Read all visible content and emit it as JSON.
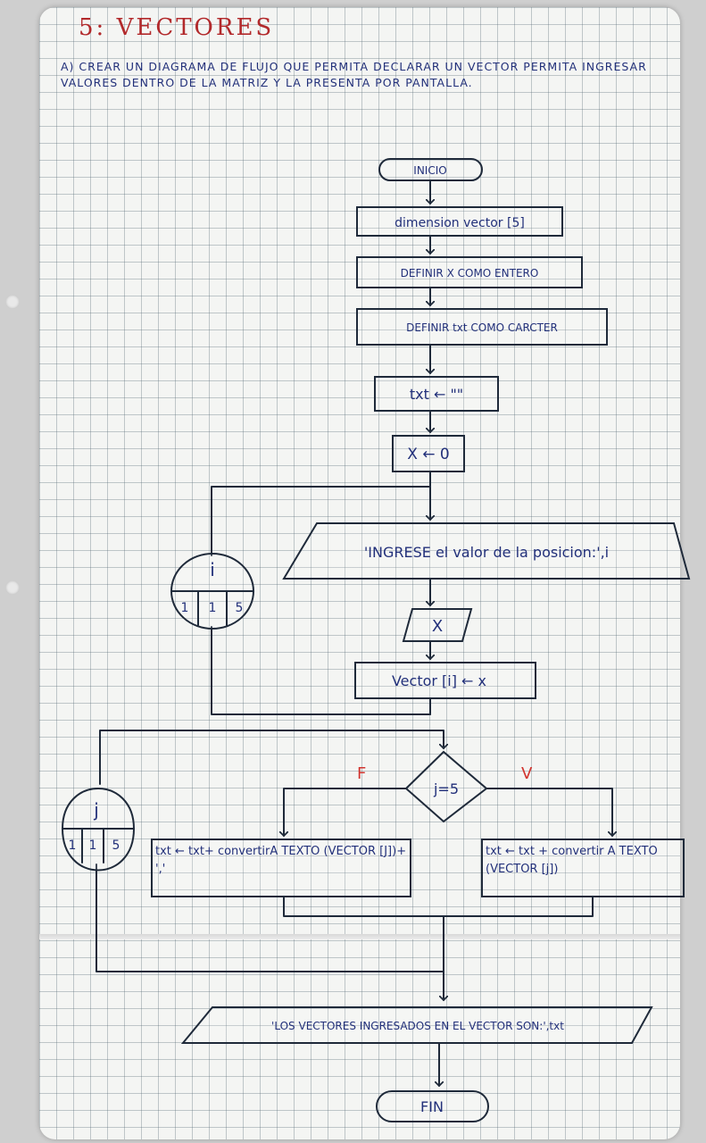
{
  "title": "5: VECTORES",
  "statement": "a) Crear un diagrama de flujo que permita declarar un vector permita ingresar valores dentro de la matriz y la presenta por pantalla.",
  "nodes": {
    "start": "INICIO",
    "dimension": "dimension vector [5]",
    "define_x": "DEFINIR X COMO ENTERO",
    "define_txt": "DEFINIR txt COMO CARCTER",
    "txt_init": "txt ← \"\"",
    "x_init": "X ← 0",
    "input_prompt": "'INGRESE el valor de la posicion:',i",
    "read_x": "X",
    "assign": "Vector [i] ← x",
    "decision": "j=5",
    "false_branch": "txt ← txt+ convertirA TEXTO (VECTOR [J])+ ','",
    "true_branch": "txt ← txt + convertir A TEXTO (VECTOR [j])",
    "output": "'LOS VECTORES INGRESADOS EN EL VECTOR SON:',txt",
    "end": "FIN"
  },
  "loops": {
    "loop_i": {
      "var": "i",
      "from": "1",
      "step": "1",
      "to": "5"
    },
    "loop_j": {
      "var": "j",
      "from": "1",
      "step": "1",
      "to": "5"
    }
  },
  "labels": {
    "false": "F",
    "true": "V"
  },
  "colors": {
    "ink": "#22307a",
    "lines": "#1f2a3a",
    "red_ink": "#d2352f"
  }
}
